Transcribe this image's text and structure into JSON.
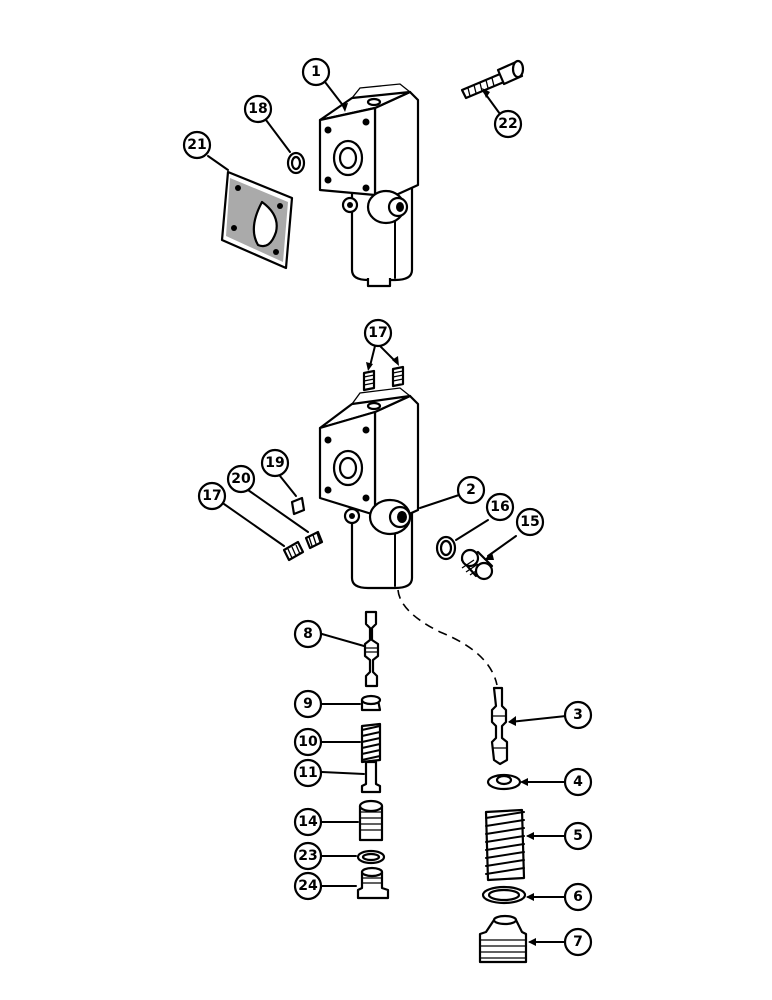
{
  "callouts": [
    {
      "id": "c1",
      "label": "1"
    },
    {
      "id": "c2",
      "label": "2"
    },
    {
      "id": "c3",
      "label": "3"
    },
    {
      "id": "c4",
      "label": "4"
    },
    {
      "id": "c5",
      "label": "5"
    },
    {
      "id": "c6",
      "label": "6"
    },
    {
      "id": "c7",
      "label": "7"
    },
    {
      "id": "c8",
      "label": "8"
    },
    {
      "id": "c9",
      "label": "9"
    },
    {
      "id": "c10",
      "label": "10"
    },
    {
      "id": "c11",
      "label": "11"
    },
    {
      "id": "c14",
      "label": "14"
    },
    {
      "id": "c15",
      "label": "15"
    },
    {
      "id": "c16",
      "label": "16"
    },
    {
      "id": "c17a",
      "label": "17"
    },
    {
      "id": "c17b",
      "label": "17"
    },
    {
      "id": "c18",
      "label": "18"
    },
    {
      "id": "c19",
      "label": "19"
    },
    {
      "id": "c20",
      "label": "20"
    },
    {
      "id": "c21",
      "label": "21"
    },
    {
      "id": "c22",
      "label": "22"
    },
    {
      "id": "c23",
      "label": "23"
    },
    {
      "id": "c24",
      "label": "24"
    }
  ]
}
